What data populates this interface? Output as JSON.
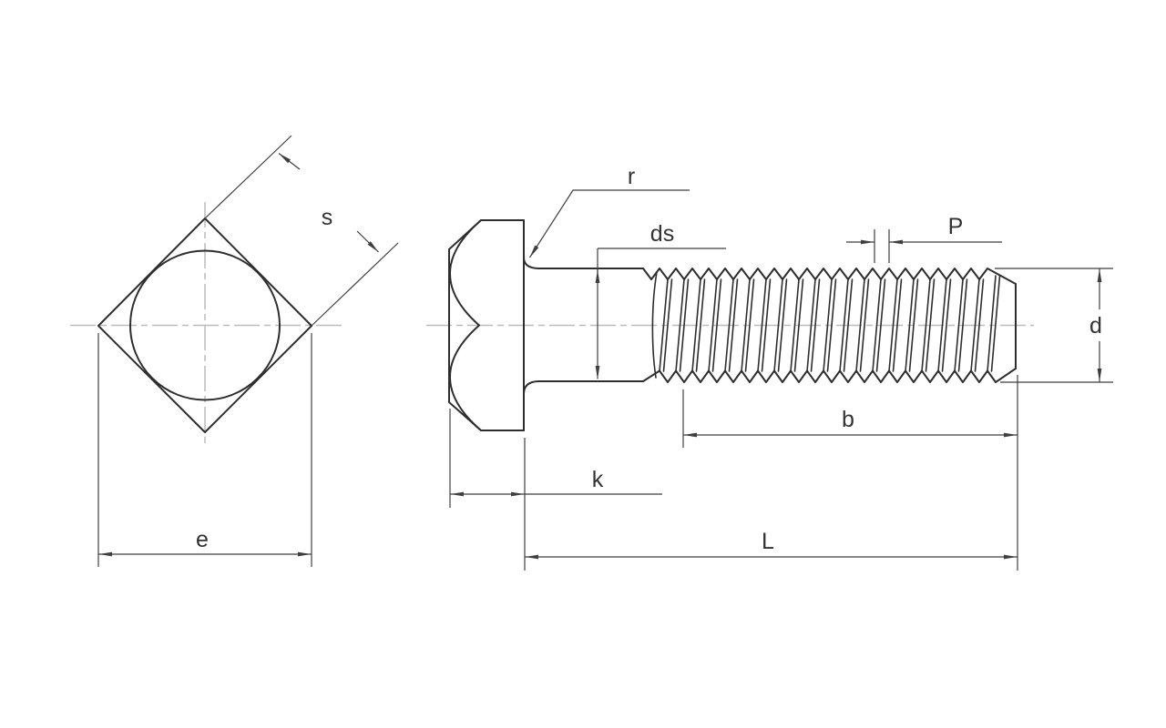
{
  "drawing": {
    "dimension_labels": {
      "width_across_flats": "s",
      "width_across_corners": "e",
      "fillet_radius": "r",
      "shank_diameter": "ds",
      "thread_pitch": "P",
      "thread_diameter": "d",
      "thread_length": "b",
      "head_height": "k",
      "total_length": "L"
    },
    "colors": {
      "object_line": "#2e2e2e",
      "dimension_line": "#3f3f3f",
      "centerline": "#bcbcbc",
      "background": "#ffffff",
      "label_text": "#333333"
    }
  }
}
